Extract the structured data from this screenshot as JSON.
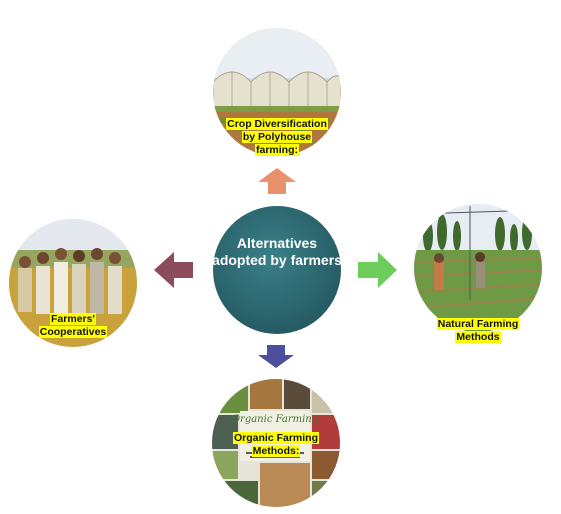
{
  "center": {
    "label": "Alternatives adopted by farmers",
    "color": "#2e6b73"
  },
  "nodes": [
    {
      "id": "top",
      "label_lines": [
        "Crop Diversification",
        "by Polyhouse",
        "farming:"
      ],
      "image_subject": "polyhouse greenhouse"
    },
    {
      "id": "right",
      "label_lines": [
        "Natural Farming",
        "Methods"
      ],
      "image_subject": "farmers in field"
    },
    {
      "id": "bottom",
      "label_lines": [
        "Organic Farming",
        "Methods:"
      ],
      "image_subject": "organic farming collage",
      "image_text": "Organic Farming"
    },
    {
      "id": "left",
      "label_lines": [
        "Farmers'",
        "Cooperatives"
      ],
      "image_subject": "group of farmers"
    }
  ],
  "arrows": [
    {
      "direction": "up",
      "color": "#e8916a"
    },
    {
      "direction": "right",
      "color": "#6ccd5a"
    },
    {
      "direction": "down",
      "color": "#4b4f9c"
    },
    {
      "direction": "left",
      "color": "#8c4c5e"
    }
  ],
  "label_highlight": "#ffff00"
}
